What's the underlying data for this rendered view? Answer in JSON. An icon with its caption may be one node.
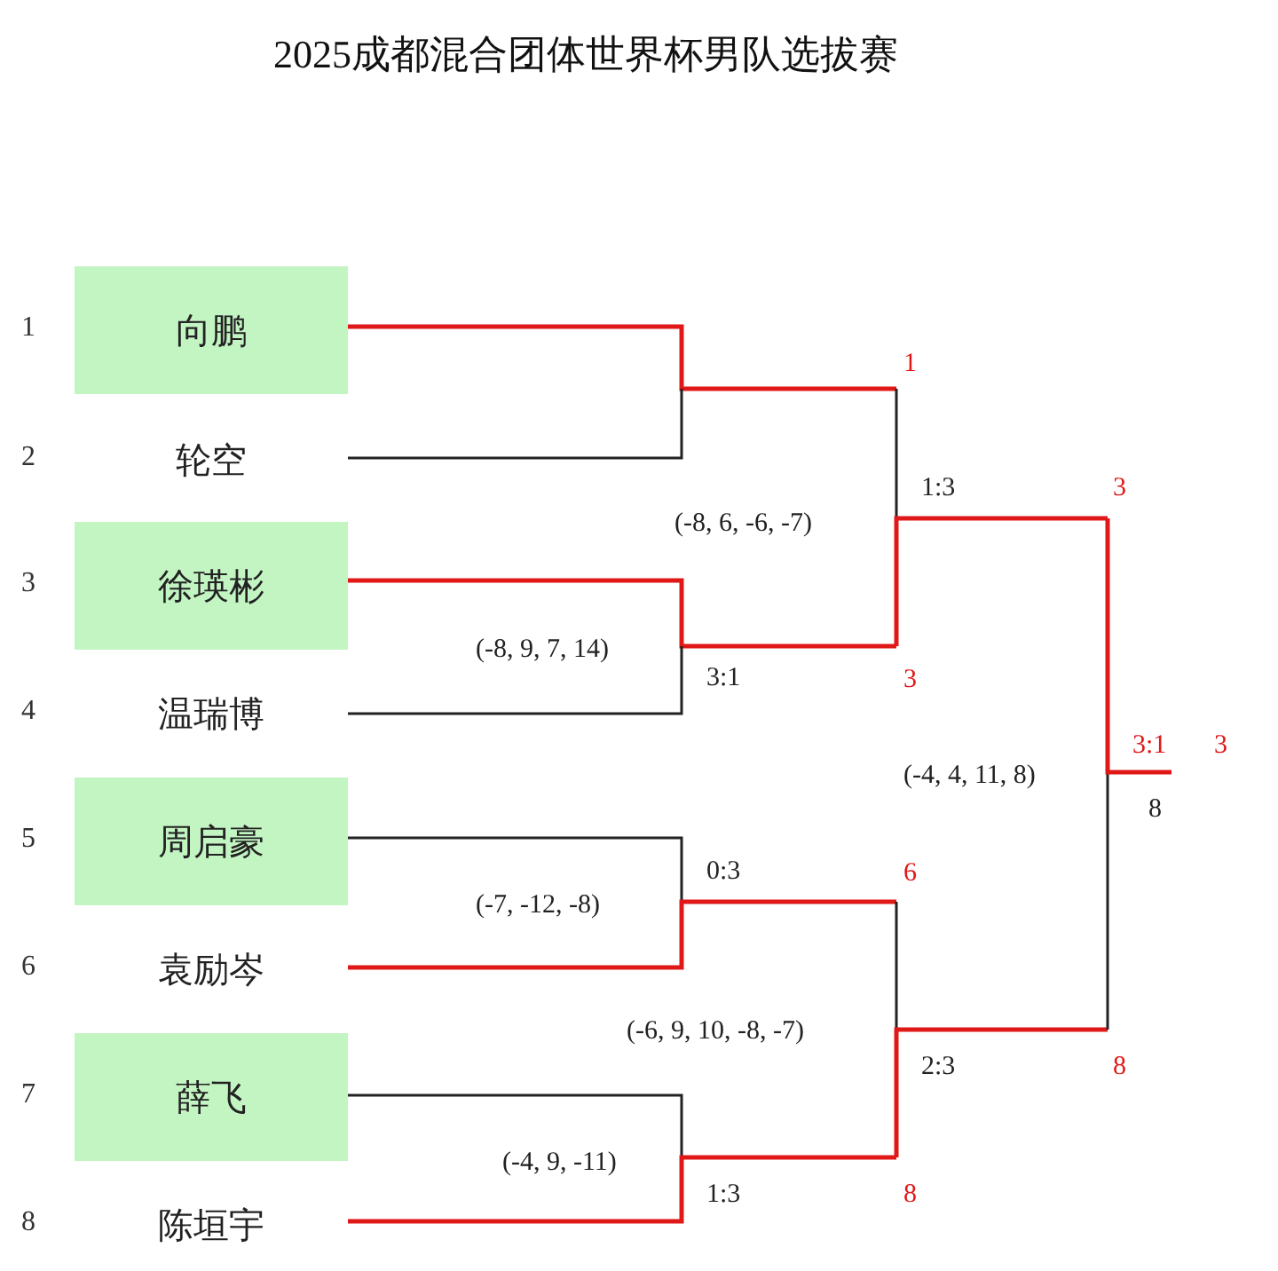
{
  "diagram": {
    "title": "2025成都混合团体世界杯男队选拔赛",
    "nodes": [
      {
        "text": [
          "向鹏"
        ]
      },
      {
        "text": [
          "轮空"
        ]
      },
      {
        "text": [
          "徐瑛彬"
        ]
      },
      {
        "text": [
          "温瑞博"
        ]
      },
      {
        "text": [
          "周启豪"
        ]
      },
      {
        "text": [
          "袁励岑"
        ]
      },
      {
        "text": [
          "薛飞"
        ]
      },
      {
        "text": [
          "陈垣宇"
        ]
      }
    ],
    "labels": [
      "1",
      "1",
      "2",
      "1:3",
      "3",
      "(-8, 6, -6, -7)",
      "3",
      "(-8, 9, 7, 14)",
      "3:1",
      "3",
      "4",
      "3:1",
      "3",
      "(-4, 4, 11, 8)",
      "8",
      "5",
      "0:3",
      "6",
      "(-7, -12, -8)",
      "6",
      "(-6, 9, 10, -8, -7)",
      "2:3",
      "8",
      "7",
      "(-4, 9, -11)",
      "1:3",
      "8",
      "8"
    ]
  }
}
